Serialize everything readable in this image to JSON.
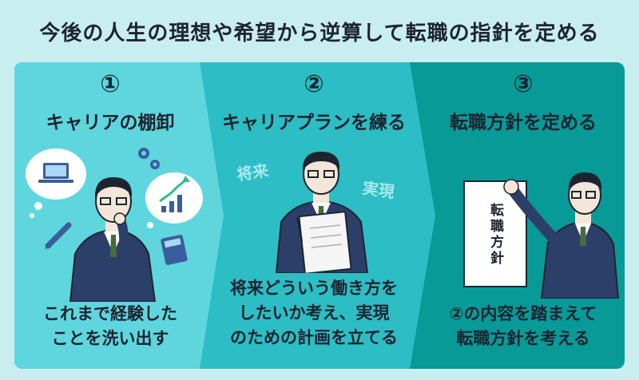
{
  "title": "今後の人生の理想や希望から逆算して転職の指針を定める",
  "steps": [
    {
      "number": "①",
      "title": "キャリアの棚卸",
      "desc_lines": [
        "これまで経験した",
        "ことを洗い出す"
      ]
    },
    {
      "number": "②",
      "title": "キャリアプランを練る",
      "float_words": [
        "将来",
        "実現"
      ],
      "desc_lines": [
        "将来どういう働き方を",
        "したいか考え、実現",
        "のための計画を立てる"
      ]
    },
    {
      "number": "③",
      "title": "転職方針を定める",
      "document_text": "転職方針",
      "desc_lines": [
        "②の内容を踏まえて",
        "転職方針を考える"
      ]
    }
  ],
  "colors": {
    "page_bg": "#c9eef0",
    "step1": "#5fd6de",
    "step2": "#2dbdc4",
    "step3": "#079a97",
    "suit": "#2c3f69",
    "text": "#1d2430"
  },
  "icons": [
    "laptop-icon",
    "bar-chart-icon",
    "gear-icon",
    "pen-icon",
    "calculator-icon",
    "clipboard-icon"
  ]
}
